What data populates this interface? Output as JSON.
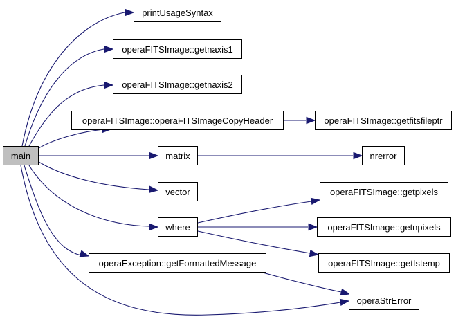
{
  "nodes": {
    "main": "main",
    "printUsageSyntax": "printUsageSyntax",
    "getnaxis1": "operaFITSImage::getnaxis1",
    "getnaxis2": "operaFITSImage::getnaxis2",
    "copyHeader": "operaFITSImage::operaFITSImageCopyHeader",
    "getfitsfileptr": "operaFITSImage::getfitsfileptr",
    "matrix": "matrix",
    "nrerror": "nrerror",
    "vector": "vector",
    "where": "where",
    "getpixels": "operaFITSImage::getpixels",
    "getnpixels": "operaFITSImage::getnpixels",
    "getIstemp": "operaFITSImage::getIstemp",
    "getFormattedMessage": "operaException::getFormattedMessage",
    "operaStrError": "operaStrError"
  },
  "edges": [
    [
      "main",
      "printUsageSyntax"
    ],
    [
      "main",
      "getnaxis1"
    ],
    [
      "main",
      "getnaxis2"
    ],
    [
      "main",
      "copyHeader"
    ],
    [
      "main",
      "matrix"
    ],
    [
      "main",
      "vector"
    ],
    [
      "main",
      "where"
    ],
    [
      "main",
      "getFormattedMessage"
    ],
    [
      "main",
      "operaStrError"
    ],
    [
      "copyHeader",
      "getfitsfileptr"
    ],
    [
      "matrix",
      "nrerror"
    ],
    [
      "where",
      "getpixels"
    ],
    [
      "where",
      "getnpixels"
    ],
    [
      "where",
      "getIstemp"
    ],
    [
      "getFormattedMessage",
      "operaStrError"
    ]
  ],
  "colors": {
    "edge": "#191970",
    "root_fill": "#bfbfbf",
    "node_fill": "#ffffff"
  }
}
